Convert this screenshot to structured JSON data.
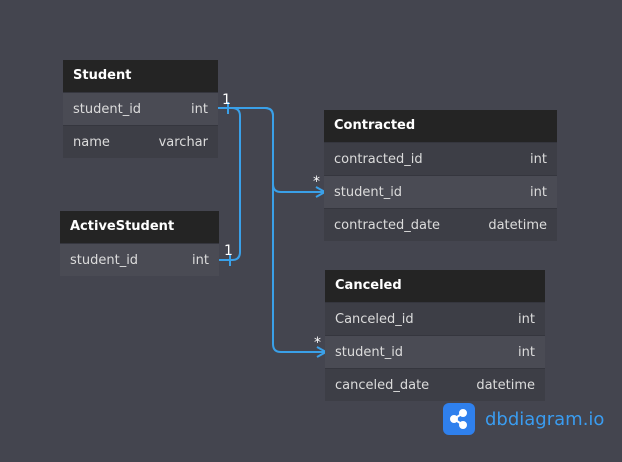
{
  "tables": {
    "student": {
      "name": "Student",
      "fields": [
        {
          "name": "student_id",
          "type": "int"
        },
        {
          "name": "name",
          "type": "varchar"
        }
      ]
    },
    "active_student": {
      "name": "ActiveStudent",
      "fields": [
        {
          "name": "student_id",
          "type": "int"
        }
      ]
    },
    "contracted": {
      "name": "Contracted",
      "fields": [
        {
          "name": "contracted_id",
          "type": "int"
        },
        {
          "name": "student_id",
          "type": "int"
        },
        {
          "name": "contracted_date",
          "type": "datetime"
        }
      ]
    },
    "canceled": {
      "name": "Canceled",
      "fields": [
        {
          "name": "Canceled_id",
          "type": "int"
        },
        {
          "name": "student_id",
          "type": "int"
        },
        {
          "name": "canceled_date",
          "type": "datetime"
        }
      ]
    }
  },
  "relations": {
    "one_label": "1",
    "many_label": "*"
  },
  "brand": {
    "name": "dbdiagram.io",
    "accent": "#2f80ed",
    "icon": "share-icon"
  },
  "colors": {
    "link": "#3aa0e8",
    "background": "#44454f",
    "header": "#242424"
  }
}
